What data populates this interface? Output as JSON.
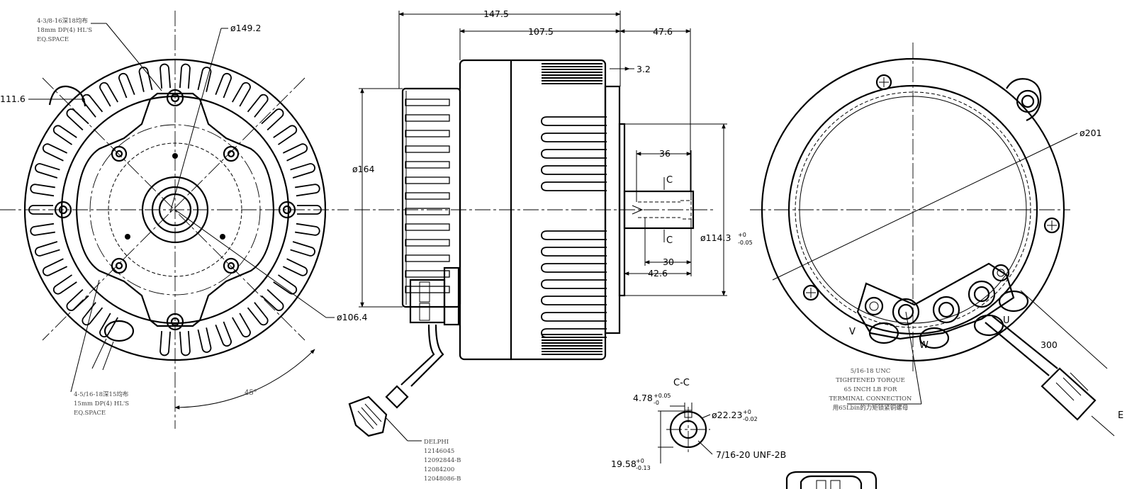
{
  "dimensions": {
    "overall_length": "147.5",
    "body_length": "107.5",
    "shaft_extension": "47.6",
    "flange_offset": "3.2",
    "body_diameter": "ø164",
    "pilot_diameter_main": "ø114.3",
    "pilot_tol_upper": "+0",
    "pilot_tol_lower": "-0.05",
    "keyway_length": "36",
    "keyway_depth": "30",
    "shaft_length": "42.6",
    "bolt_circle_outer": "ø149.2",
    "bolt_circle_inner": "ø106.4",
    "hole_offset": "111.6",
    "outer_diameter": "ø201",
    "cable_length": "300",
    "angle": "45°",
    "key_width_main": "4.78",
    "key_tol_upper": "+0.05",
    "key_tol_lower": "-0",
    "shaft_dia_main": "ø22.23",
    "shaft_tol_upper": "+0",
    "shaft_tol_lower": "-0.02",
    "key_height_main": "19.58",
    "key_h_tol_upper": "+0",
    "key_h_tol_lower": "-0.13",
    "thread_spec": "7/16-20 UNF-2B"
  },
  "section_labels": {
    "c_top": "C",
    "c_bottom": "C",
    "section_title": "C-C",
    "e_label": "E"
  },
  "phase_labels": {
    "u": "U",
    "v": "V",
    "w": "W"
  },
  "notes": {
    "top_hole_line1": "4-3/8-16深18均布",
    "top_hole_line2": "18mm DP(4) HL'S",
    "top_hole_line3": "EQ.SPACE",
    "bottom_hole_line1": "4-5/16-18深15均布",
    "bottom_hole_line2": "15mm DP(4) HL'S",
    "bottom_hole_line3": "EQ.SPACE",
    "connector_line1": "DELPHI",
    "connector_line2": "12146045",
    "connector_line3": "12092844-B",
    "connector_line4": "12084200",
    "connector_line5": "12048086-B",
    "terminal_line1": "5/16-18 UNC",
    "terminal_line2": "TIGHTENED TORQUE",
    "terminal_line3": "65 INCH LB FOR",
    "terminal_line4": "TERMINAL CONNECTION",
    "terminal_line5": "用65Lbin的力矩锁紧铜螺母"
  }
}
